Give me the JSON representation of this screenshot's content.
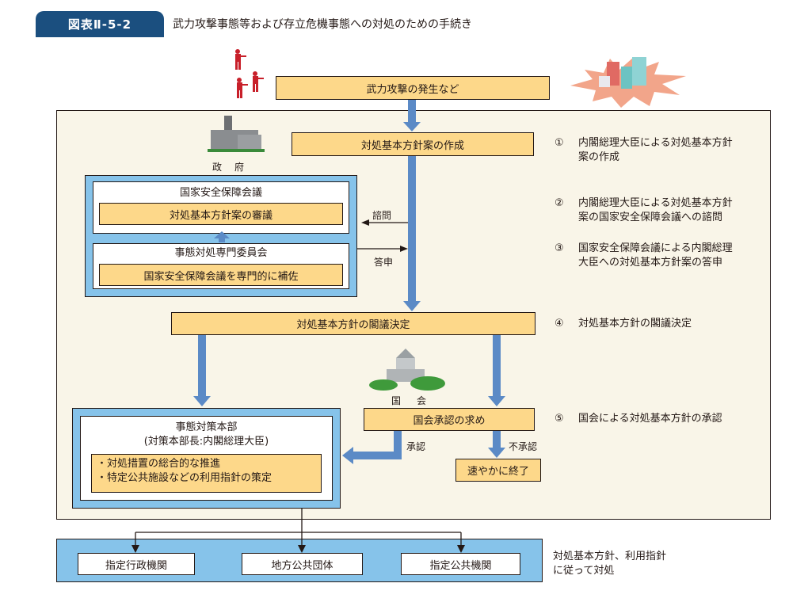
{
  "header": {
    "figure_tag": "図表Ⅱ-5-2",
    "title": "武力攻撃事態等および存立危機事態への対処のための手続き"
  },
  "flow": {
    "trigger": "武力攻撃の発生など",
    "draft": "対処基本方針案の作成",
    "government_label": "政　府",
    "nsc": {
      "title": "国家安全保障会議",
      "task": "対処基本方針案の審議"
    },
    "committee": {
      "title": "事態対処専門委員会",
      "task": "国家安全保障会議を専門的に補佐"
    },
    "consult_label": "諮問",
    "report_label": "答申",
    "cabinet_decision": "対処基本方針の閣議決定",
    "diet_label": "国　会",
    "diet_approval": "国会承認の求め",
    "approved_label": "承認",
    "rejected_label": "不承認",
    "terminate": "速やかに終了",
    "hq": {
      "title": "事態対策本部",
      "subtitle": "(対策本部長:内閣総理大臣)",
      "tasks": [
        "・対処措置の総合的な推進",
        "・特定公共施設などの利用指針の策定"
      ]
    },
    "agencies": [
      "指定行政機関",
      "地方公共団体",
      "指定公共機関"
    ],
    "agencies_note": [
      "対処基本方針、利用指針",
      "に従って対処"
    ]
  },
  "steps": [
    {
      "num": "①",
      "lines": [
        "内閣総理大臣による対処基本方針",
        "案の作成"
      ]
    },
    {
      "num": "②",
      "lines": [
        "内閣総理大臣による対処基本方針",
        "案の国家安全保障会議への諮問"
      ]
    },
    {
      "num": "③",
      "lines": [
        "国家安全保障会議による内閣総理",
        "大臣への対処基本方針案の答申"
      ]
    },
    {
      "num": "④",
      "lines": [
        "対処基本方針の閣議決定"
      ]
    },
    {
      "num": "⑤",
      "lines": [
        "国会による対処基本方針の承認"
      ]
    }
  ],
  "colors": {
    "tag_bg": "#1b4f7f",
    "box_orange": "#fdd88a",
    "frame_blue": "#86c3ea",
    "arrow_blue": "#5b8ac6",
    "panel_bg": "#f9f5e8"
  }
}
